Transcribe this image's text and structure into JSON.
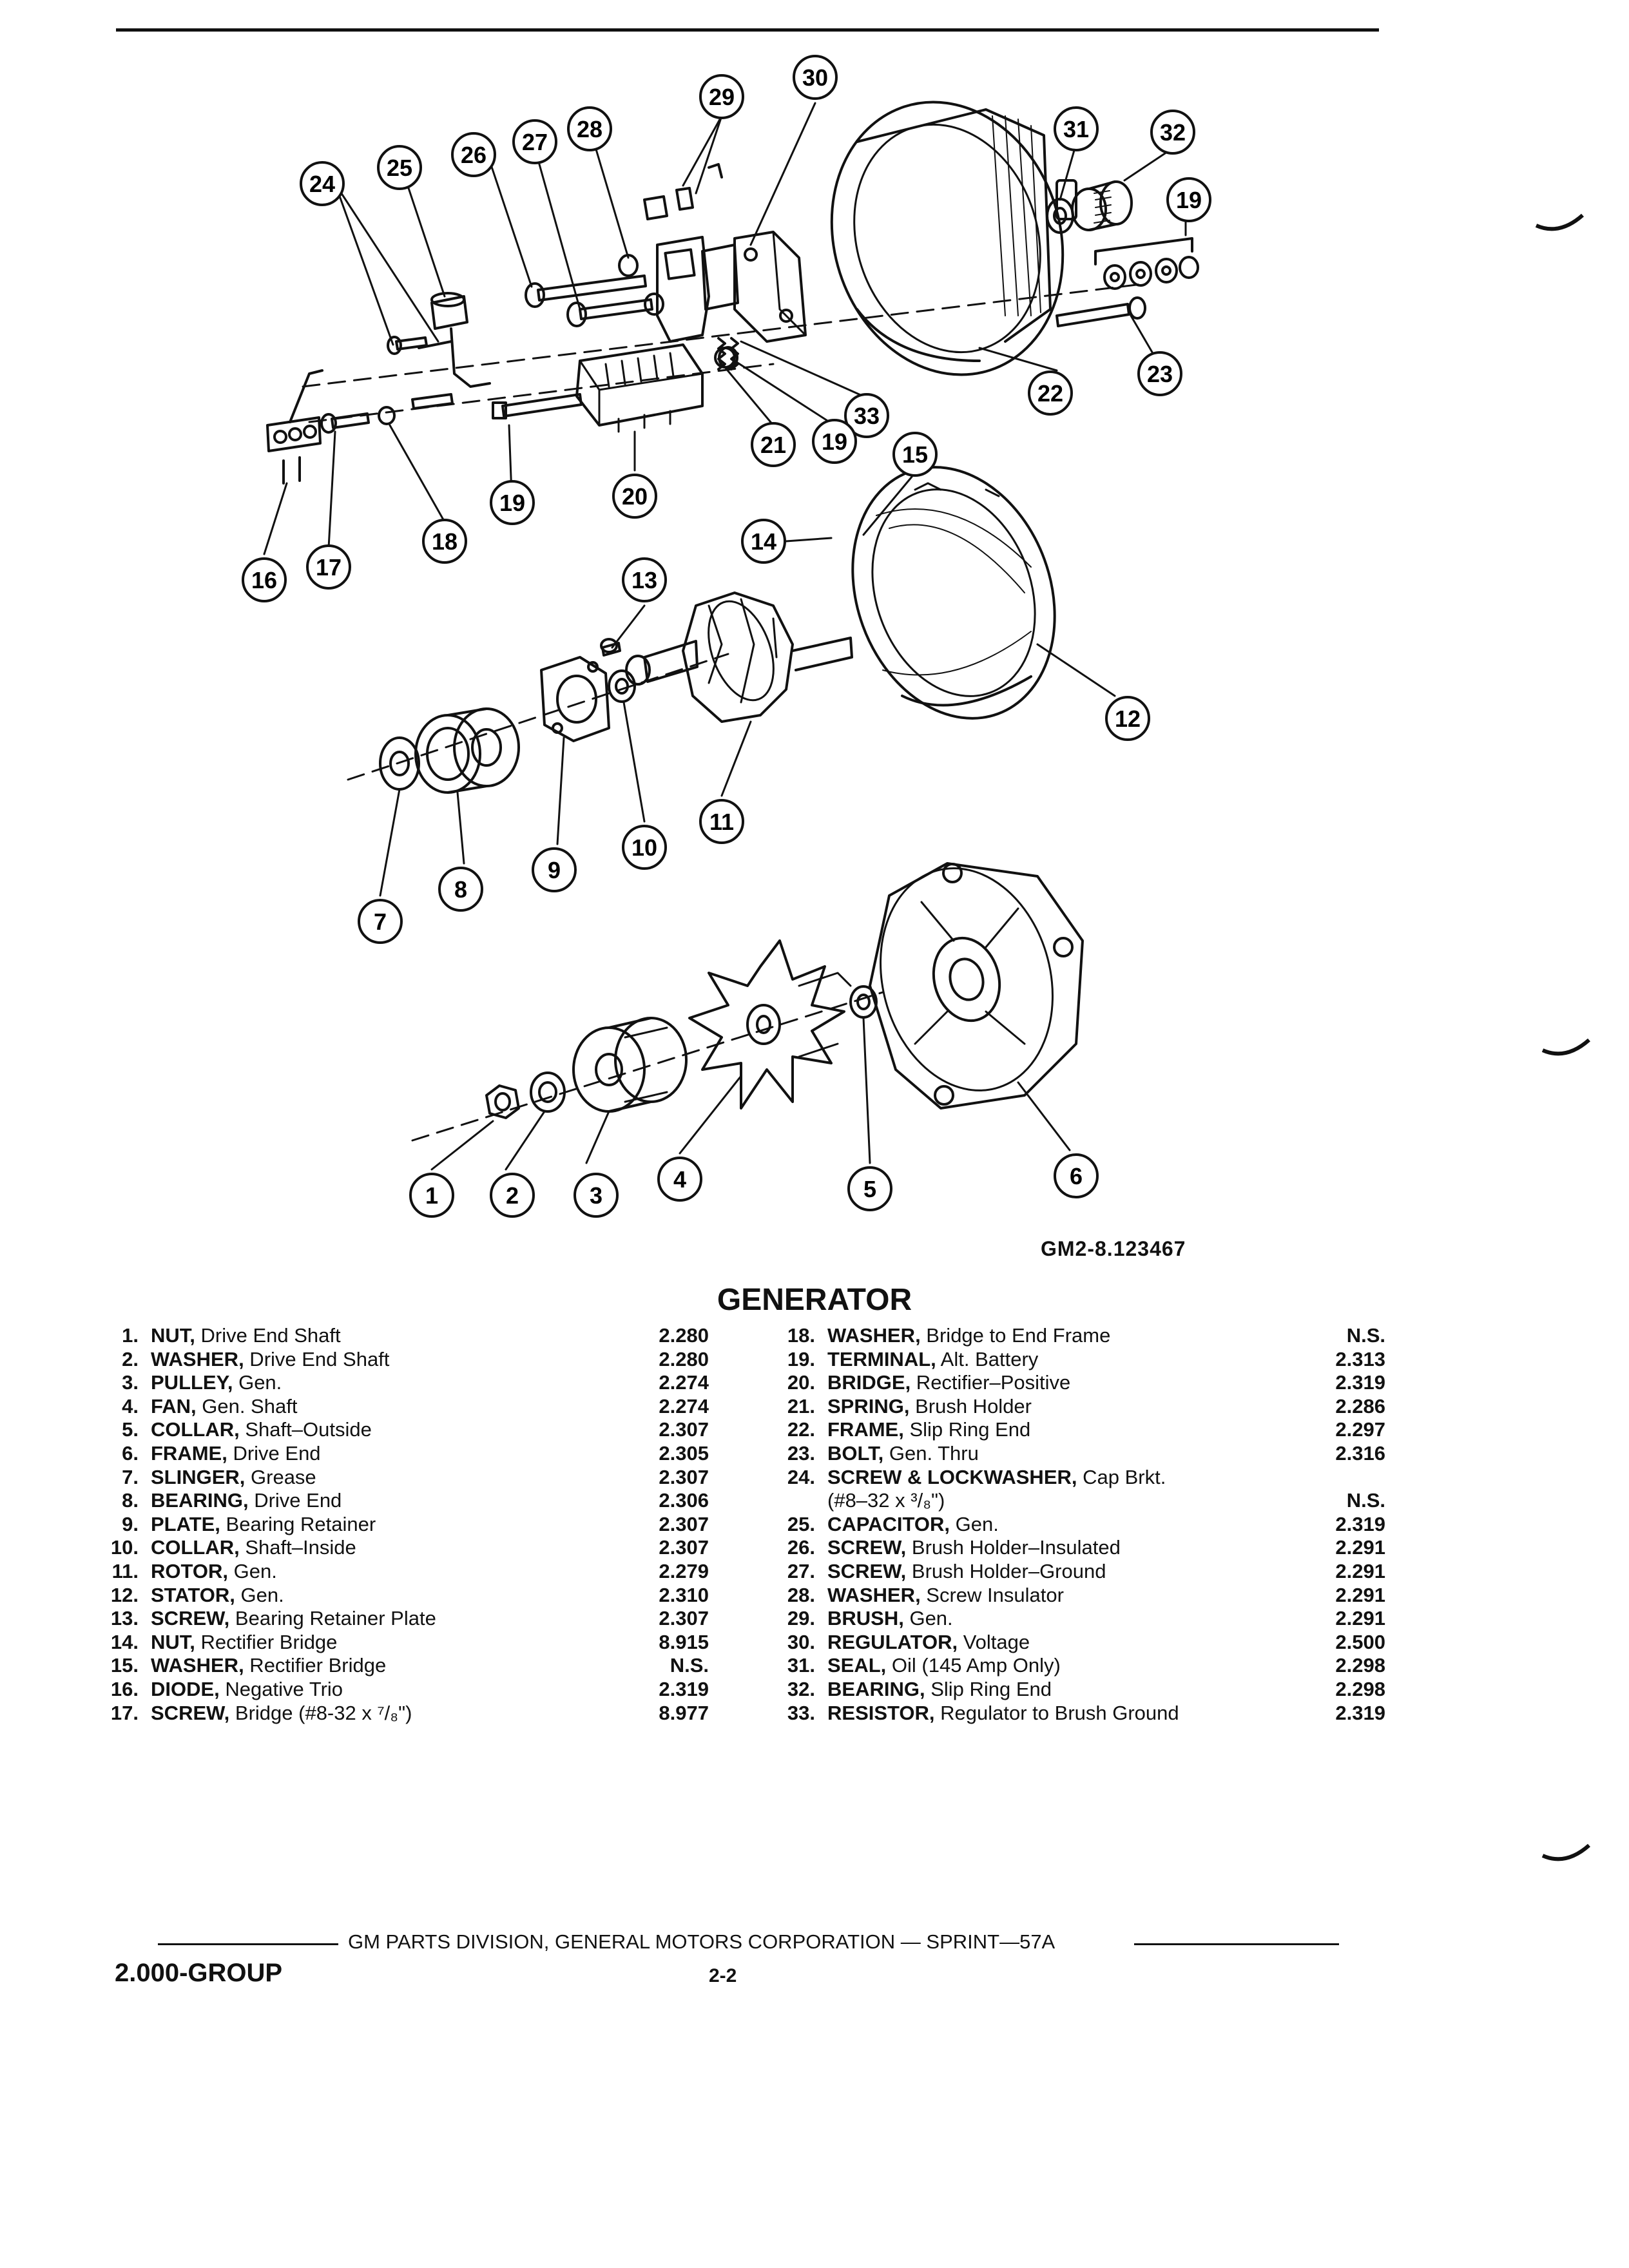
{
  "figure_code": "GM2-8.123467",
  "section_title": "GENERATOR",
  "callouts": [
    "1",
    "2",
    "3",
    "4",
    "5",
    "6",
    "7",
    "8",
    "9",
    "10",
    "11",
    "12",
    "13",
    "14",
    "15",
    "16",
    "17",
    "18",
    "19",
    "20",
    "21",
    "22",
    "23",
    "24",
    "25",
    "26",
    "27",
    "28",
    "29",
    "30",
    "31",
    "32",
    "33"
  ],
  "callout_nineteen_repeats": [
    "19",
    "19",
    "19"
  ],
  "parts_left": [
    {
      "num": "1.",
      "name": "NUT,",
      "detail": " Drive End Shaft",
      "code": "2.280"
    },
    {
      "num": "2.",
      "name": "WASHER,",
      "detail": " Drive End Shaft",
      "code": "2.280"
    },
    {
      "num": "3.",
      "name": "PULLEY,",
      "detail": " Gen.",
      "code": "2.274"
    },
    {
      "num": "4.",
      "name": "FAN,",
      "detail": " Gen. Shaft",
      "code": "2.274"
    },
    {
      "num": "5.",
      "name": "COLLAR,",
      "detail": " Shaft–Outside",
      "code": "2.307"
    },
    {
      "num": "6.",
      "name": "FRAME,",
      "detail": " Drive End",
      "code": "2.305"
    },
    {
      "num": "7.",
      "name": "SLINGER,",
      "detail": " Grease",
      "code": "2.307"
    },
    {
      "num": "8.",
      "name": "BEARING,",
      "detail": " Drive End",
      "code": "2.306"
    },
    {
      "num": "9.",
      "name": "PLATE,",
      "detail": " Bearing Retainer",
      "code": "2.307"
    },
    {
      "num": "10.",
      "name": "COLLAR,",
      "detail": " Shaft–Inside",
      "code": "2.307"
    },
    {
      "num": "11.",
      "name": "ROTOR,",
      "detail": " Gen.",
      "code": "2.279"
    },
    {
      "num": "12.",
      "name": "STATOR,",
      "detail": " Gen.",
      "code": "2.310"
    },
    {
      "num": "13.",
      "name": "SCREW,",
      "detail": " Bearing Retainer Plate",
      "code": "2.307"
    },
    {
      "num": "14.",
      "name": "NUT,",
      "detail": " Rectifier Bridge",
      "code": "8.915"
    },
    {
      "num": "15.",
      "name": "WASHER,",
      "detail": " Rectifier Bridge",
      "code": "N.S."
    },
    {
      "num": "16.",
      "name": "DIODE,",
      "detail": " Negative Trio",
      "code": "2.319"
    },
    {
      "num": "17.",
      "name": "SCREW,",
      "detail": " Bridge (#8-32 x ⁷/₈\")",
      "code": "8.977"
    }
  ],
  "parts_right": [
    {
      "num": "18.",
      "name": "WASHER,",
      "detail": " Bridge to End Frame",
      "code": "N.S."
    },
    {
      "num": "19.",
      "name": "TERMINAL,",
      "detail": " Alt. Battery",
      "code": "2.313"
    },
    {
      "num": "20.",
      "name": "BRIDGE,",
      "detail": " Rectifier–Positive",
      "code": "2.319"
    },
    {
      "num": "21.",
      "name": "SPRING,",
      "detail": " Brush Holder",
      "code": "2.286"
    },
    {
      "num": "22.",
      "name": "FRAME,",
      "detail": " Slip Ring End",
      "code": "2.297"
    },
    {
      "num": "23.",
      "name": "BOLT,",
      "detail": " Gen. Thru",
      "code": "2.316"
    },
    {
      "num": "24.",
      "name": "SCREW & LOCKWASHER,",
      "detail": " Cap Brkt.",
      "code": ""
    },
    {
      "num": "",
      "name": "",
      "detail": "(#8–32 x ³/₈\")",
      "code": "N.S."
    },
    {
      "num": "25.",
      "name": "CAPACITOR,",
      "detail": " Gen.",
      "code": "2.319"
    },
    {
      "num": "26.",
      "name": "SCREW,",
      "detail": " Brush Holder–Insulated",
      "code": "2.291"
    },
    {
      "num": "27.",
      "name": "SCREW,",
      "detail": " Brush Holder–Ground",
      "code": "2.291"
    },
    {
      "num": "28.",
      "name": "WASHER,",
      "detail": " Screw Insulator",
      "code": "2.291"
    },
    {
      "num": "29.",
      "name": "BRUSH,",
      "detail": " Gen.",
      "code": "2.291"
    },
    {
      "num": "30.",
      "name": "REGULATOR,",
      "detail": " Voltage",
      "code": "2.500"
    },
    {
      "num": "31.",
      "name": "SEAL,",
      "detail": " Oil (145 Amp Only)",
      "code": "2.298"
    },
    {
      "num": "32.",
      "name": "BEARING,",
      "detail": " Slip Ring End",
      "code": "2.298"
    },
    {
      "num": "33.",
      "name": "RESISTOR,",
      "detail": " Regulator to Brush Ground",
      "code": "2.319"
    }
  ],
  "footer": {
    "line": "GM PARTS DIVISION, GENERAL MOTORS CORPORATION — SPRINT—57A",
    "group": "2.000-GROUP",
    "page": "2-2"
  }
}
